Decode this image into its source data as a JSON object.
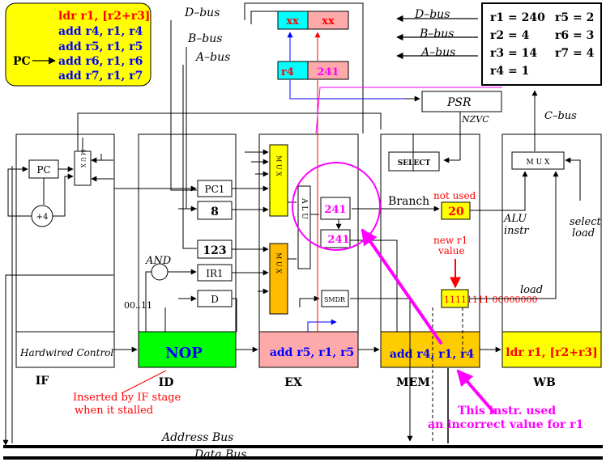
{
  "program": {
    "pc_label": "PC",
    "lines": [
      "ldr r1, [r2+r3]",
      "add r4, r1, r4",
      "add r5, r1, r5",
      "add r6, r1, r6",
      "add r7, r1, r7"
    ],
    "colors": {
      "current": "#ff0000",
      "normal": "#0000ff",
      "box_fill": "#ffff00"
    }
  },
  "registers": {
    "col1": [
      "r1 = 240",
      "r2 = 4",
      "r3 = 14",
      "r4 = 1"
    ],
    "col2": [
      "r5 = 2",
      "r6 = 3",
      "r7 = 4"
    ]
  },
  "buses": {
    "d": "D–bus",
    "b": "B–bus",
    "a": "A–bus",
    "c": "C–bus",
    "address": "Address Bus",
    "data": "Data Bus"
  },
  "register_file": {
    "write1": "xx",
    "write2": "xx",
    "read_reg": "r4",
    "read_val": "241"
  },
  "psr": {
    "label": "PSR",
    "flags": "NZVC"
  },
  "if_stage": {
    "pc": "PC",
    "mux": "M U X",
    "plus4": "+4",
    "control": "Hardwired Control",
    "label": "IF"
  },
  "id_stage": {
    "pc1": "PC1",
    "imm": "8",
    "imm2": "123",
    "ir1": "IR1",
    "d": "D",
    "and": "AND",
    "bits": "00..11",
    "instr": "NOP",
    "label": "ID"
  },
  "ex_stage": {
    "mux1": "M U X",
    "mux2": "M U X",
    "alu": "A L U",
    "val1": "241",
    "val2": "241",
    "smdr": "SMDR",
    "instr": "add r5, r1, r5",
    "label": "EX"
  },
  "mem_stage": {
    "select": "SELECT",
    "branch": "Branch",
    "not_used": "not used",
    "target": "20",
    "new_r1": "new r1",
    "value": "value",
    "load_value": "11111111 00000000",
    "instr": "add r4, r1, r4",
    "label": "MEM"
  },
  "wb_stage": {
    "mux": "M U X",
    "alu_instr1": "ALU",
    "alu_instr2": "instr",
    "select_load1": "select",
    "select_load2": "load",
    "load": "load",
    "instr": "ldr r1, [r2+r3]",
    "label": "WB"
  },
  "annotations": {
    "nop_note": [
      "Inserted by IF stage",
      "when it stalled"
    ],
    "r1_note": [
      "This instr. used",
      "an incorrect value for r1"
    ],
    "colors": {
      "nop_note": "#ff0000",
      "r1_note": "#ff00ff"
    }
  }
}
